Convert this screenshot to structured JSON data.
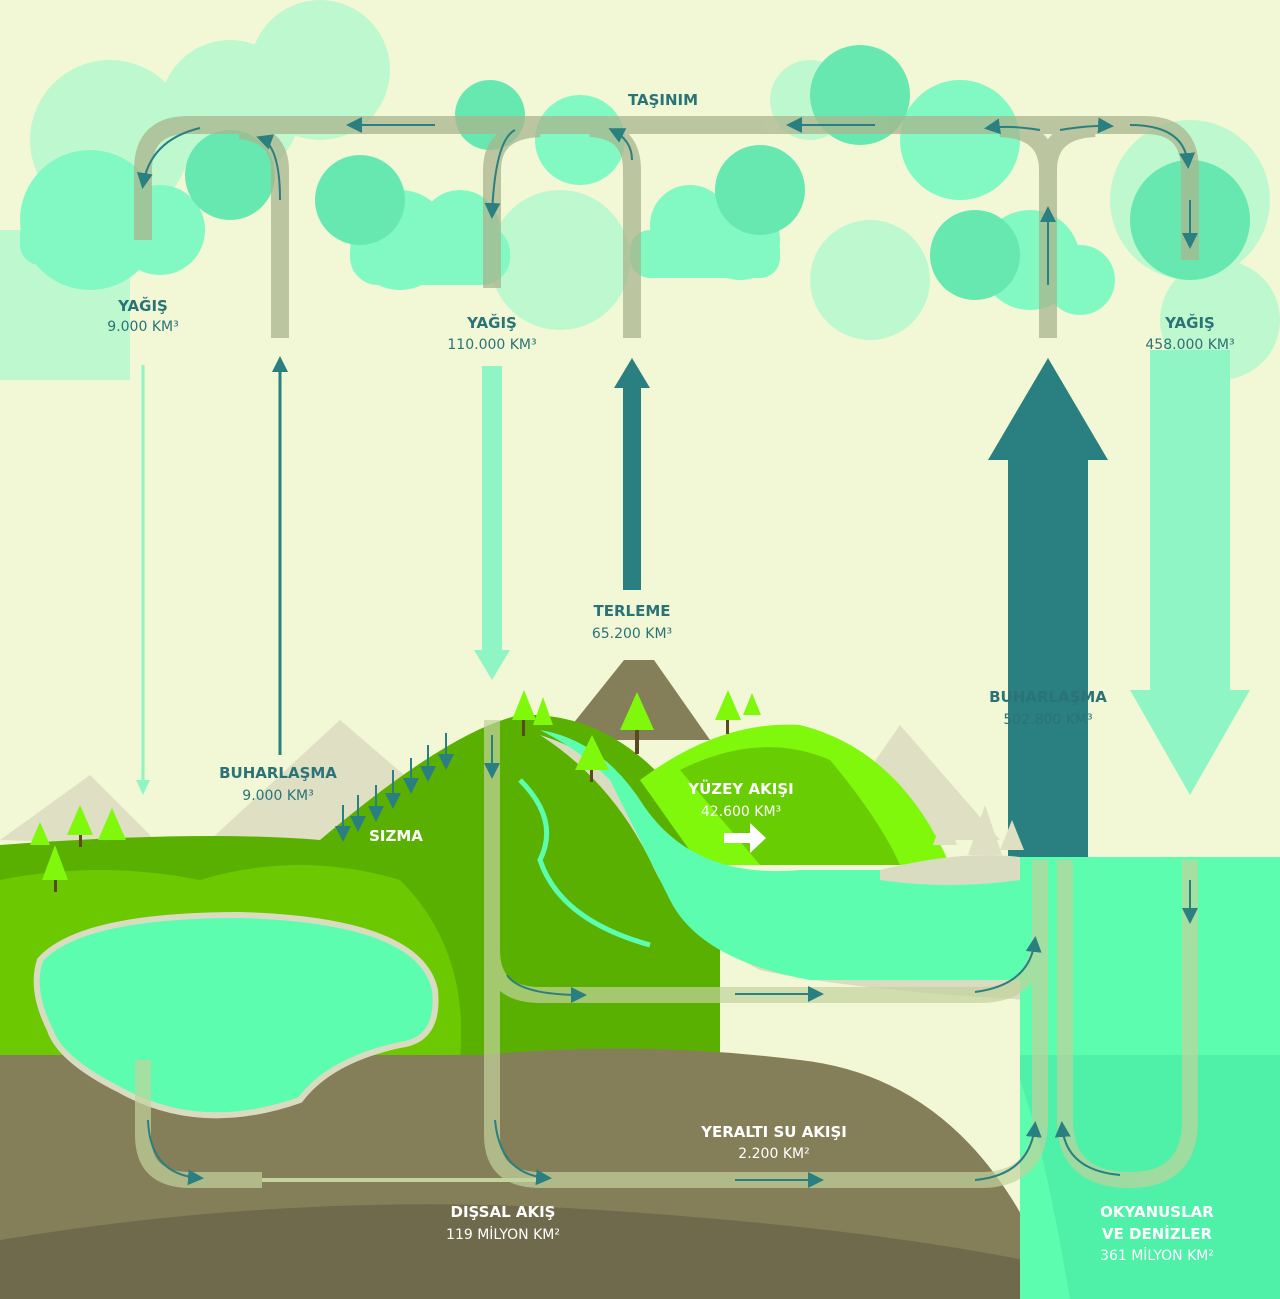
{
  "labels": {
    "transport": "TAŞINIM",
    "precip_left": {
      "title": "YAĞIŞ",
      "value": "9.000 KM³"
    },
    "precip_mid": {
      "title": "YAĞIŞ",
      "value": "110.000 KM³"
    },
    "precip_right": {
      "title": "YAĞIŞ",
      "value": "458.000 KM³"
    },
    "evap_land": {
      "title": "BUHARLAŞMA",
      "value": "9.000 KM³"
    },
    "transpiration": {
      "title": "TERLEME",
      "value": "65.200 KM³"
    },
    "evap_ocean": {
      "title": "BUHARLAŞMA",
      "value": "502.800 KM³"
    },
    "infiltration": {
      "title": "SIZMA"
    },
    "surface_runoff": {
      "title": "YÜZEY AKIŞI",
      "value": "42.600 KM³"
    },
    "groundwater": {
      "title": "YERALTI SU AKIŞI",
      "value": "2.200 KM²"
    },
    "land": {
      "title": "DIŞSAL AKIŞ",
      "value": "119 MİLYON KM²"
    },
    "ocean": {
      "title1": "OKYANUSLAR",
      "title2": "VE DENİZLER",
      "value": "361 MİLYON KM²"
    }
  },
  "colors": {
    "background": "#f2f8d5",
    "arrow_dark": "#2a7f80",
    "arrow_light": "#8ff5c5",
    "ocean": "#5dfdb0",
    "ground": "#857f59",
    "hill": "#5ab000"
  }
}
